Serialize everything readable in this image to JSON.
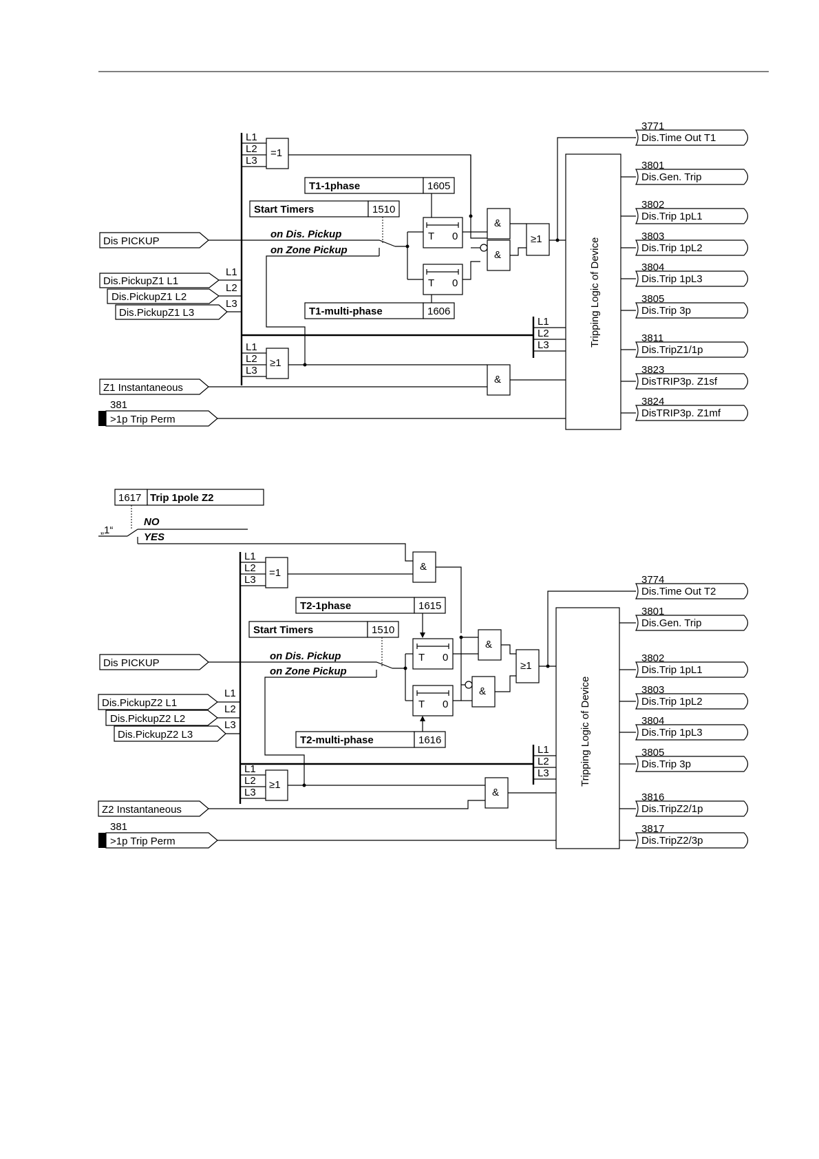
{
  "diagram1": {
    "phases": [
      "L1",
      "L2",
      "L3"
    ],
    "gate_xor": "=1",
    "gate_or": "≥1",
    "gate_and": "&",
    "t1_1phase": {
      "label": "T1-1phase",
      "addr": "1605"
    },
    "t1_multiphase": {
      "label": "T1-multi-phase",
      "addr": "1606"
    },
    "start_timers": {
      "label": "Start Timers",
      "addr": "1510"
    },
    "opt_dis_pickup": "on Dis. Pickup",
    "opt_zone_pickup": "on Zone Pickup",
    "timer_t": "T",
    "timer_0": "0",
    "inputs": {
      "dis_pickup": "Dis PICKUP",
      "pickup_l1": "Dis.PickupZ1 L1",
      "pickup_l2": "Dis.PickupZ1 L2",
      "pickup_l3": "Dis.PickupZ1 L3",
      "instantaneous": "Z1 Instantaneous",
      "trip_perm_num": "381",
      "trip_perm": ">1p Trip Perm"
    },
    "tripping_logic": "Tripping Logic of Device",
    "outputs": [
      {
        "num": "3771",
        "label": "Dis.Time Out T1"
      },
      {
        "num": "3801",
        "label": "Dis.Gen. Trip"
      },
      {
        "num": "3802",
        "label": "Dis.Trip 1pL1"
      },
      {
        "num": "3803",
        "label": "Dis.Trip 1pL2"
      },
      {
        "num": "3804",
        "label": "Dis.Trip 1pL3"
      },
      {
        "num": "3805",
        "label": "Dis.Trip 3p"
      },
      {
        "num": "3811",
        "label": "Dis.TripZ1/1p"
      },
      {
        "num": "3823",
        "label": "DisTRIP3p. Z1sf"
      },
      {
        "num": "3824",
        "label": "DisTRIP3p. Z1mf"
      }
    ]
  },
  "diagram2": {
    "phases": [
      "L1",
      "L2",
      "L3"
    ],
    "gate_xor": "=1",
    "gate_or": "≥1",
    "gate_and": "&",
    "trip_1pole": {
      "addr": "1617",
      "label": "Trip 1pole Z2"
    },
    "opt_no": "NO",
    "opt_yes": "YES",
    "const_one": "„1“",
    "t2_1phase": {
      "label": "T2-1phase",
      "addr": "1615"
    },
    "t2_multiphase": {
      "label": "T2-multi-phase",
      "addr": "1616"
    },
    "start_timers": {
      "label": "Start Timers",
      "addr": "1510"
    },
    "opt_dis_pickup": "on Dis. Pickup",
    "opt_zone_pickup": "on Zone Pickup",
    "timer_t": "T",
    "timer_0": "0",
    "inputs": {
      "dis_pickup": "Dis PICKUP",
      "pickup_l1": "Dis.PickupZ2 L1",
      "pickup_l2": "Dis.PickupZ2 L2",
      "pickup_l3": "Dis.PickupZ2 L3",
      "instantaneous": "Z2 Instantaneous",
      "trip_perm_num": "381",
      "trip_perm": ">1p Trip Perm"
    },
    "tripping_logic": "Tripping Logic of Device",
    "outputs": [
      {
        "num": "3774",
        "label": "Dis.Time Out T2"
      },
      {
        "num": "3801",
        "label": "Dis.Gen. Trip"
      },
      {
        "num": "3802",
        "label": "Dis.Trip 1pL1"
      },
      {
        "num": "3803",
        "label": "Dis.Trip 1pL2"
      },
      {
        "num": "3804",
        "label": "Dis.Trip 1pL3"
      },
      {
        "num": "3805",
        "label": "Dis.Trip 3p"
      },
      {
        "num": "3816",
        "label": "Dis.TripZ2/1p"
      },
      {
        "num": "3817",
        "label": "Dis.TripZ2/3p"
      }
    ]
  }
}
